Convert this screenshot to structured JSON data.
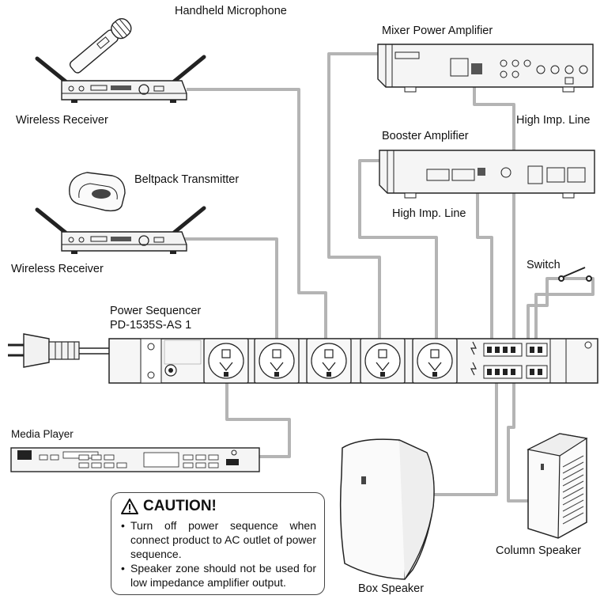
{
  "labels": {
    "handheld_mic": "Handheld Microphone",
    "wireless_receiver_1": "Wireless Receiver",
    "beltpack": "Beltpack Transmitter",
    "wireless_receiver_2": "Wireless Receiver",
    "mixer_amp": "Mixer Power Amplifier",
    "high_imp_line_1": "High Imp. Line",
    "booster_amp": "Booster Amplifier",
    "high_imp_line_2": "High Imp. Line",
    "switch": "Switch",
    "power_sequencer": "Power Sequencer",
    "model": "PD-1535S-AS 1",
    "media_player": "Media Player",
    "box_speaker": "Box Speaker",
    "column_speaker": "Column Speaker"
  },
  "caution": {
    "title": "CAUTION!",
    "items": [
      "Turn off power sequence when connect product to AC outlet of power sequence.",
      "Speaker zone should not be used for low impedance amplifier output."
    ]
  },
  "colors": {
    "cable": "#b4b4b4",
    "outline": "#222222",
    "panel": "#f4f4f4"
  }
}
